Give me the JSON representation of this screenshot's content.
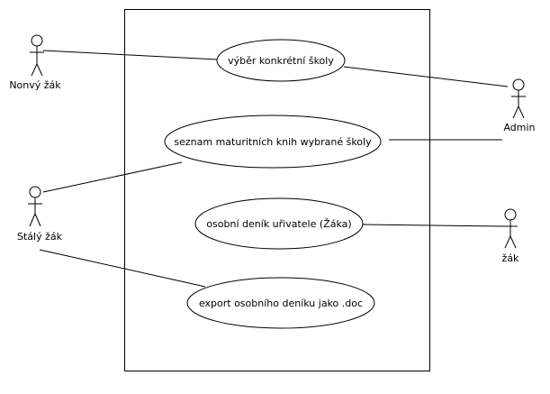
{
  "actors": [
    {
      "id": "novy-zak",
      "label": "Nonvý žák"
    },
    {
      "id": "staly-zak",
      "label": "Stálý žák"
    },
    {
      "id": "admin",
      "label": "Admin"
    },
    {
      "id": "zak",
      "label": "žák"
    }
  ],
  "use_cases": [
    {
      "id": "vyber-skoly",
      "label": "výběr konkrétní školy"
    },
    {
      "id": "seznam-knih",
      "label": "seznam maturitních knih wybrané školy"
    },
    {
      "id": "osobni-denik",
      "label": "osobní deník uřivatele (Žáka)"
    },
    {
      "id": "export-deniku",
      "label": "export osobního deníku jako .doc"
    }
  ]
}
